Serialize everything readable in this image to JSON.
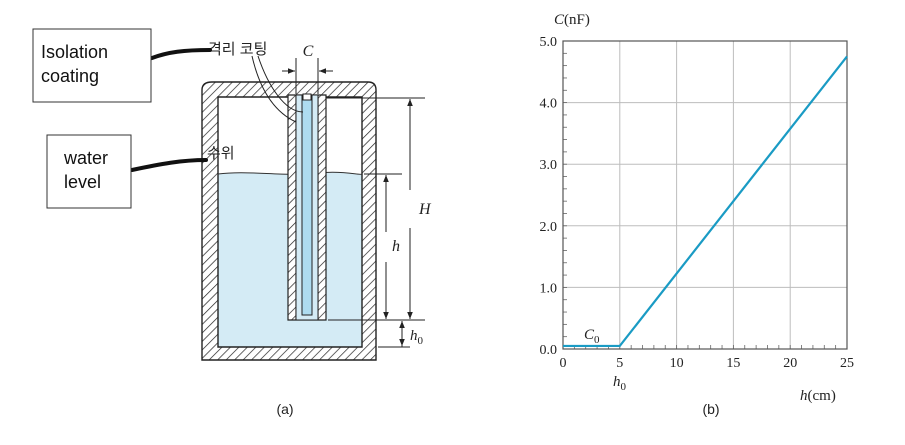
{
  "diagram": {
    "english_labels": {
      "isolation_line1": "Isolation",
      "isolation_line2": "coating",
      "water_line1": "water",
      "water_line2": "level"
    },
    "korean_labels": {
      "coating": "격리 코팅",
      "water_level": "수위"
    },
    "dimensions": {
      "C": "C",
      "H": "H",
      "h": "h",
      "h0_main": "h",
      "h0_sub": "0"
    },
    "caption": "(a)"
  },
  "chart_data": {
    "type": "line",
    "ylabel_main": "C",
    "ylabel_unit": "(nF)",
    "xlabel_main": "h",
    "xlabel_unit": "(cm)",
    "xlim": [
      0,
      25
    ],
    "ylim": [
      0,
      5
    ],
    "x_ticks": [
      "0",
      "5",
      "10",
      "15",
      "20",
      "25"
    ],
    "y_ticks": [
      "0.0",
      "1.0",
      "2.0",
      "3.0",
      "4.0",
      "5.0"
    ],
    "grid": true,
    "series": [
      {
        "x": [
          0,
          5,
          25
        ],
        "y": [
          0.05,
          0.05,
          4.75
        ]
      }
    ],
    "annotations": {
      "C0_main": "C",
      "C0_sub": "0",
      "h0_main": "h",
      "h0_sub": "0"
    },
    "caption": "(b)",
    "line_color": "#1a9bc4"
  },
  "colors": {
    "water": "#d4ebf5",
    "electrode": "#aedcf0",
    "line": "#1a9bc4"
  }
}
